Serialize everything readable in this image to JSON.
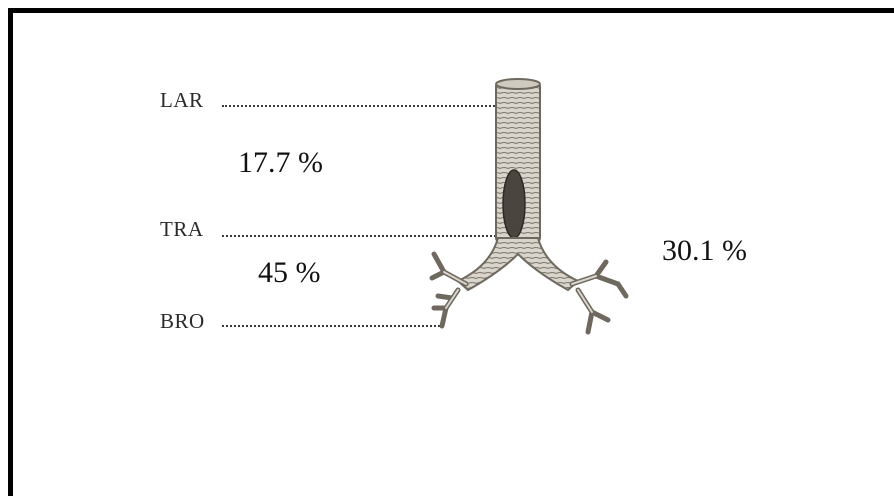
{
  "labels": {
    "larynx": "LAR",
    "trachea": "TRA",
    "bronchi": "BRO"
  },
  "percentages": {
    "larynx_trachea": "17.7 %",
    "trachea_bronchi": "45 %",
    "bronchi_right": "30.1 %"
  },
  "colors": {
    "frame": "#000000",
    "illustration": "#8a847a"
  },
  "icons": {
    "illustration": "trachea-bronchi-illustration"
  }
}
